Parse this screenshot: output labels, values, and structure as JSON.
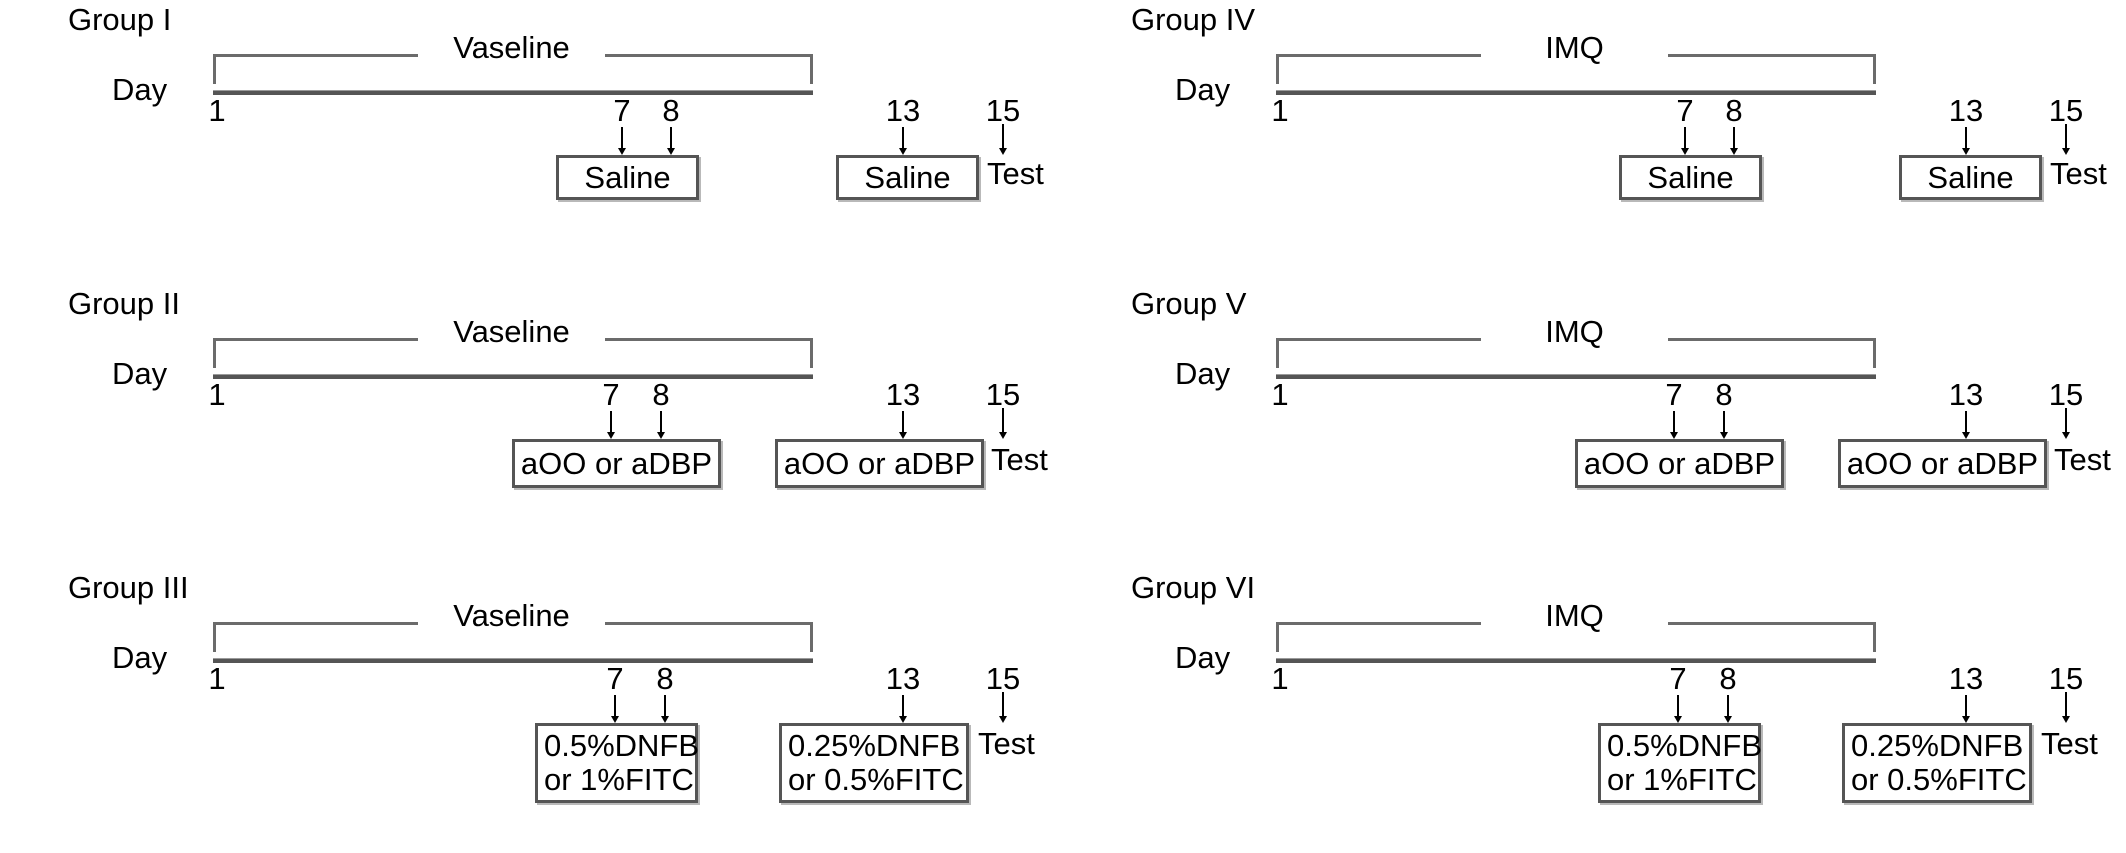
{
  "figure": {
    "axis_label": "Day",
    "test_label": "Test",
    "day_ticks": [
      "1",
      "7",
      "8",
      "13",
      "15"
    ],
    "colors": {
      "line": "#555555",
      "bracket": "#6b6b6b",
      "arrow": "#000000",
      "box_border": "#555555",
      "background": "#ffffff",
      "text": "#000000"
    }
  },
  "panels": [
    {
      "title": "Group I",
      "treatment": "Vaseline",
      "day_label": "Day",
      "test_label": "Test",
      "days": {
        "start": "1",
        "first_a": "7",
        "first_b": "8",
        "second": "13",
        "test": "15"
      },
      "box1": {
        "line1": "Saline",
        "line2": ""
      },
      "box2": {
        "line1": "Saline",
        "line2": ""
      },
      "box_style": "single"
    },
    {
      "title": "Group IV",
      "treatment": "IMQ",
      "day_label": "Day",
      "test_label": "Test",
      "days": {
        "start": "1",
        "first_a": "7",
        "first_b": "8",
        "second": "13",
        "test": "15"
      },
      "box1": {
        "line1": "Saline",
        "line2": ""
      },
      "box2": {
        "line1": "Saline",
        "line2": ""
      },
      "box_style": "single"
    },
    {
      "title": "Group II",
      "treatment": "Vaseline",
      "day_label": "Day",
      "test_label": "Test",
      "days": {
        "start": "1",
        "first_a": "7",
        "first_b": "8",
        "second": "13",
        "test": "15"
      },
      "box1": {
        "line1": "aOO or aDBP",
        "line2": ""
      },
      "box2": {
        "line1": "aOO or aDBP",
        "line2": ""
      },
      "box_style": "single-wide"
    },
    {
      "title": "Group V",
      "treatment": "IMQ",
      "day_label": "Day",
      "test_label": "Test",
      "days": {
        "start": "1",
        "first_a": "7",
        "first_b": "8",
        "second": "13",
        "test": "15"
      },
      "box1": {
        "line1": "aOO or aDBP",
        "line2": ""
      },
      "box2": {
        "line1": "aOO or aDBP",
        "line2": ""
      },
      "box_style": "single-wide"
    },
    {
      "title": "Group III",
      "treatment": "Vaseline",
      "day_label": "Day",
      "test_label": "Test",
      "days": {
        "start": "1",
        "first_a": "7",
        "first_b": "8",
        "second": "13",
        "test": "15"
      },
      "box1": {
        "line1": "0.5%DNFB",
        "line2": "or 1%FITC"
      },
      "box2": {
        "line1": "0.25%DNFB",
        "line2": "or 0.5%FITC"
      },
      "box_style": "double"
    },
    {
      "title": "Group VI",
      "treatment": "IMQ",
      "day_label": "Day",
      "test_label": "Test",
      "days": {
        "start": "1",
        "first_a": "7",
        "first_b": "8",
        "second": "13",
        "test": "15"
      },
      "box1": {
        "line1": "0.5%DNFB",
        "line2": "or 1%FITC"
      },
      "box2": {
        "line1": "0.25%DNFB",
        "line2": "or 0.5%FITC"
      },
      "box_style": "double"
    }
  ]
}
